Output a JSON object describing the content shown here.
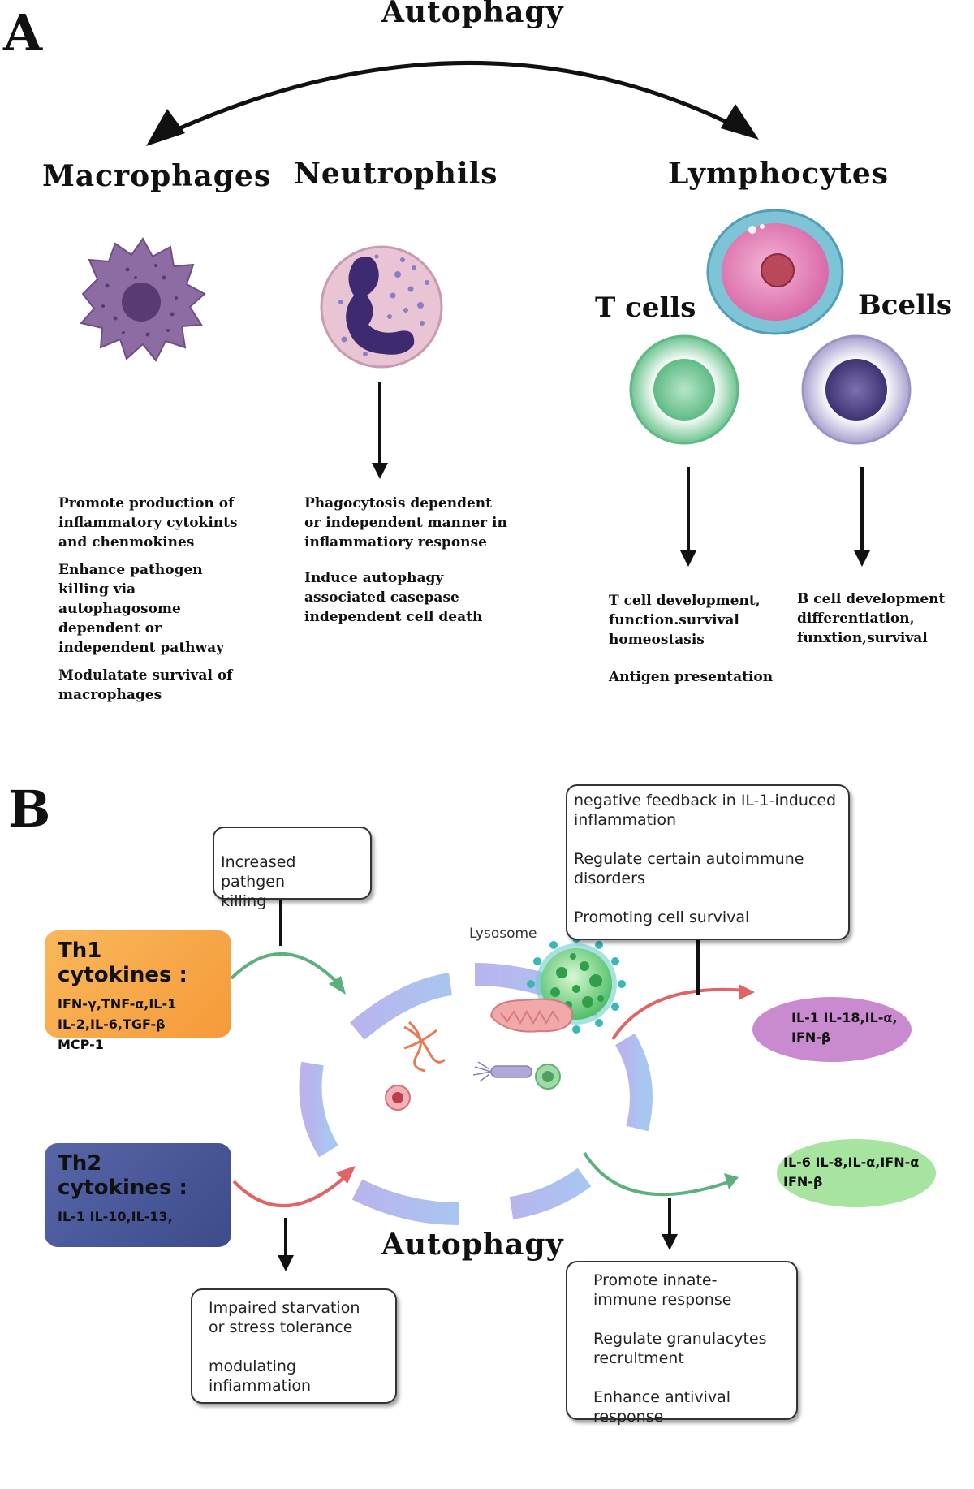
{
  "panel_a": {
    "letter": "A",
    "title": "Autophagy",
    "macrophages": {
      "label": "Macrophages",
      "effects": [
        "Promote production of inflammatory cytokints and chenmokines",
        "Enhance pathogen killing via autophagosome dependent or independent pathway",
        "Modulatate survival of macrophages"
      ]
    },
    "neutrophils": {
      "label": "Neutrophils",
      "effects": [
        "Phagocytosis dependent or independent manner in inflammatiory response",
        "Induce autophagy associated casepase independent cell death"
      ]
    },
    "lymphocytes": {
      "label": "Lymphocytes",
      "t_cells": {
        "label": "T cells",
        "effects": [
          "T cell development, function.survival homeostasis",
          "Antigen presentation"
        ]
      },
      "b_cells": {
        "label": "Bcells",
        "effects": [
          "B cell development differentiation, funxtion,survival"
        ]
      }
    }
  },
  "panel_b": {
    "letter": "B",
    "center_label": "Autophagy",
    "lysosome_label": "Lysosome",
    "th1": {
      "title": "Th1 cytokines :",
      "list": "IFN-γ,TNF-α,IL-1\nIL-2,IL-6,TGF-β\nMCP-1"
    },
    "th2": {
      "title": "Th2 cytokines :",
      "list": "IL-1 IL-10,IL-13,"
    },
    "box_pathogen": [
      "Increased pathgen\nkilling"
    ],
    "box_feedback": [
      "negative feedback in IL-1-induced inflammation",
      "Regulate certain autoimmune disorders",
      "Promoting cell survival"
    ],
    "box_starvation": [
      "Impaired starvation or stress tolerance",
      "modulating infiammation"
    ],
    "box_innate": [
      "Promote innate-immune response",
      "Regulate granulacytes recrultment",
      "Enhance antivival response"
    ],
    "ellipse_purple": "IL-1 IL-18,IL-α,\nIFN-β",
    "ellipse_green": "IL-6 IL-8,IL-α,IFN-α\nIFN-β"
  },
  "colors": {
    "macrophage": "#8a6aa0",
    "neutrophil_bg": "#e6c3d3",
    "neutrophil_nucleus": "#3e2a70",
    "lymph_outer": "#7fc3d6",
    "lymph_inner": "#e888b8",
    "t_cell": "#8fd0a8",
    "b_cell": "#5a4a8a",
    "th1": "#f7a94a",
    "th2": "#4a5a9a",
    "membrane": "#aeb8ea",
    "lysosome": "#6ccf7a",
    "arrow_green": "#5bb07e",
    "arrow_red": "#e06464",
    "ellipse_purple": "#c98ad0",
    "ellipse_green": "#9fe29a"
  }
}
